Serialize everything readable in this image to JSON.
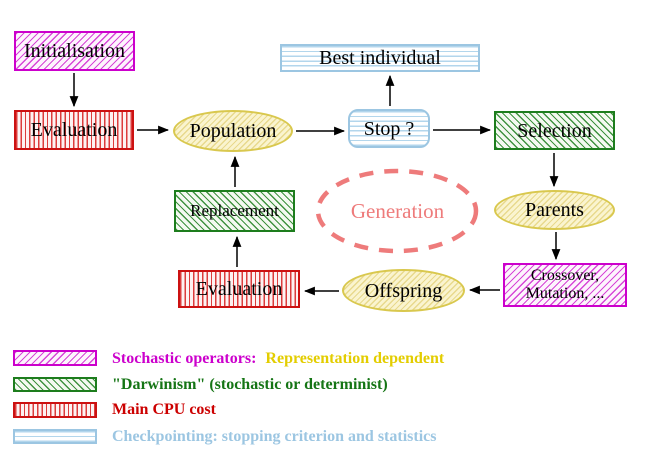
{
  "diagram": {
    "type": "flowchart",
    "subject": "evolutionary-algorithm-cycle",
    "nodes": {
      "initialisation": {
        "label": "Initialisation",
        "shape": "rect",
        "pattern": "magenta-diagonal-hatch"
      },
      "evaluation_top": {
        "label": "Evaluation",
        "shape": "rect",
        "pattern": "red-vertical-stripes"
      },
      "population": {
        "label": "Population",
        "shape": "ellipse",
        "pattern": "yellow-diagonal-hatch"
      },
      "best_individual": {
        "label": "Best individual",
        "shape": "rect",
        "pattern": "cyan-horizontal-stripes"
      },
      "stop": {
        "label": "Stop ?",
        "shape": "rounded-rect",
        "pattern": "cyan-horizontal-stripes"
      },
      "selection": {
        "label": "Selection",
        "shape": "rect",
        "pattern": "green-diagonal-hatch"
      },
      "replacement": {
        "label": "Replacement",
        "shape": "rect",
        "pattern": "green-diagonal-hatch"
      },
      "generation": {
        "label": "Generation",
        "shape": "dashed-ellipse",
        "pattern": "none"
      },
      "parents": {
        "label": "Parents",
        "shape": "ellipse",
        "pattern": "yellow-diagonal-hatch"
      },
      "evaluation_bottom": {
        "label": "Evaluation",
        "shape": "rect",
        "pattern": "red-vertical-stripes"
      },
      "offspring": {
        "label": "Offspring",
        "shape": "ellipse",
        "pattern": "yellow-diagonal-hatch"
      },
      "crossover": {
        "line1": "Crossover,",
        "line2": "Mutation, ...",
        "shape": "rect",
        "pattern": "magenta-diagonal-hatch"
      }
    },
    "flow": [
      {
        "from": "initialisation",
        "to": "evaluation_top"
      },
      {
        "from": "evaluation_top",
        "to": "population"
      },
      {
        "from": "population",
        "to": "stop"
      },
      {
        "from": "stop",
        "to": "best_individual"
      },
      {
        "from": "stop",
        "to": "selection"
      },
      {
        "from": "selection",
        "to": "parents"
      },
      {
        "from": "parents",
        "to": "crossover"
      },
      {
        "from": "crossover",
        "to": "offspring"
      },
      {
        "from": "offspring",
        "to": "evaluation_bottom"
      },
      {
        "from": "evaluation_bottom",
        "to": "replacement"
      },
      {
        "from": "replacement",
        "to": "population"
      }
    ]
  },
  "legend": {
    "stochastic": {
      "label": "Stochastic operators:",
      "label2": "Representation dependent",
      "pattern": "magenta-diagonal-hatch"
    },
    "darwinism": {
      "label": "\"Darwinism\" (stochastic or determinist)",
      "pattern": "green-diagonal-hatch"
    },
    "cpu": {
      "label": "Main CPU cost",
      "pattern": "red-vertical-stripes"
    },
    "checkpointing": {
      "label": "Checkpointing: stopping criterion and statistics",
      "pattern": "cyan-horizontal-stripes"
    }
  },
  "colors": {
    "magenta": "#cc00cc",
    "gold": "#e3cd00",
    "green": "#1d7d1d",
    "red": "#cc0000",
    "light_blue": "#9cc6e2",
    "salmon": "#ee7b7b",
    "yellow_border": "#d9c84e",
    "arrow": "#000000",
    "background": "#ffffff"
  }
}
